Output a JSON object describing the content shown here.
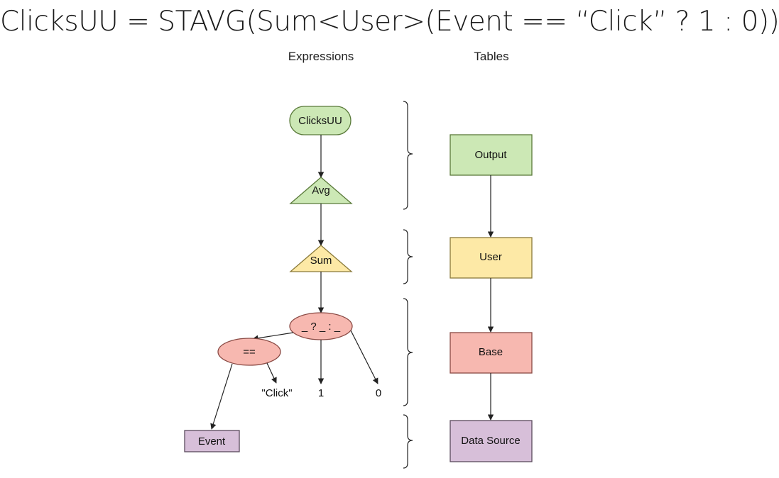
{
  "title": "ClicksUU = STAVG(Sum<User>(Event == “Click” ? 1 : 0))",
  "columns": {
    "expressions": "Expressions",
    "tables": "Tables"
  },
  "expression_nodes": {
    "clicksuu": "ClicksUU",
    "avg": "Avg",
    "sum": "Sum",
    "ternary": "_ ? _ : _",
    "equals": "==",
    "click_literal": "\"Click\"",
    "one": "1",
    "zero": "0",
    "event": "Event"
  },
  "table_nodes": {
    "output": "Output",
    "user": "User",
    "base": "Base",
    "data_source": "Data Source"
  },
  "colors": {
    "green_fill": "#cce8b5",
    "green_stroke": "#5a7a3a",
    "yellow_fill": "#fde9a6",
    "yellow_stroke": "#8a7a3a",
    "red_fill": "#f7b8b0",
    "red_stroke": "#8a4a44",
    "purple_fill": "#d7bfd9",
    "purple_stroke": "#5a4a5c",
    "line": "#222222"
  }
}
